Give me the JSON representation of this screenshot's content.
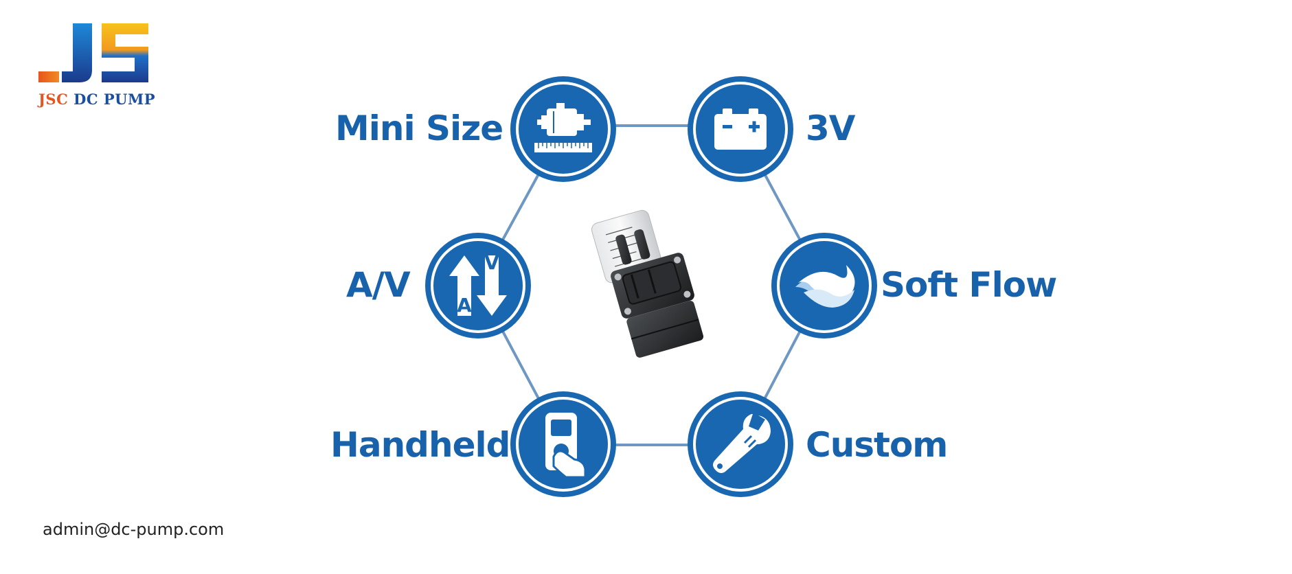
{
  "brand": {
    "logo_name": "JSC DC PUMP",
    "logo_prefix": "JSC",
    "logo_suffix": " DC PUMP",
    "colors": {
      "orange": "#e8541c",
      "blue": "#1a4fa0",
      "yellow": "#f6b21b"
    }
  },
  "features": [
    {
      "label": "Mini Size",
      "icon": "motor-ruler-icon"
    },
    {
      "label": "3V",
      "icon": "battery-icon"
    },
    {
      "label": "Soft Flow",
      "icon": "wave-icon"
    },
    {
      "label": "Custom",
      "icon": "wrench-icon"
    },
    {
      "label": "Handheld",
      "icon": "handheld-device-icon"
    },
    {
      "label": "A/V",
      "icon": "air-vacuum-arrows-icon"
    }
  ],
  "av_icon": {
    "top_letter": "V",
    "bottom_letter": "A"
  },
  "accent_color": "#1967b1",
  "line_color": "#6f97c4",
  "contact": {
    "email": "admin@dc-pump.com"
  }
}
